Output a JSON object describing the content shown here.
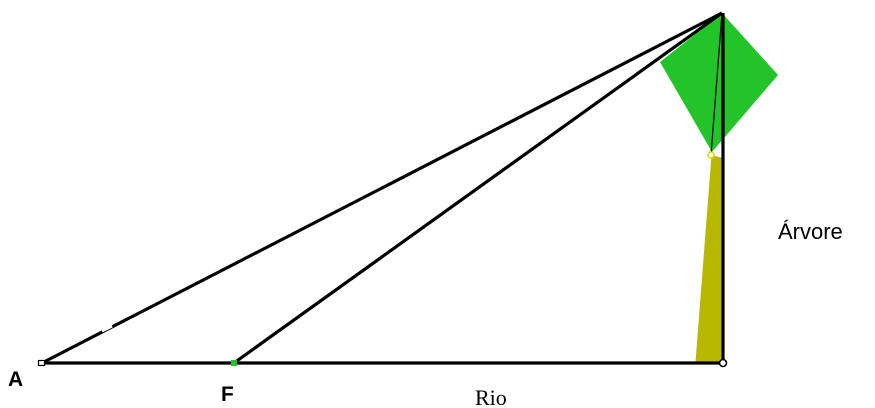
{
  "labels": {
    "point_a": "A",
    "point_f": "F",
    "river": "Rio",
    "tree": "Árvore"
  },
  "colors": {
    "background": "#ffffff",
    "line": "#000000",
    "tree_crown": "#22c42a",
    "tree_trunk": "#b8b800",
    "point_f": "#22c42a",
    "point_trunk": "#d8d800"
  }
}
